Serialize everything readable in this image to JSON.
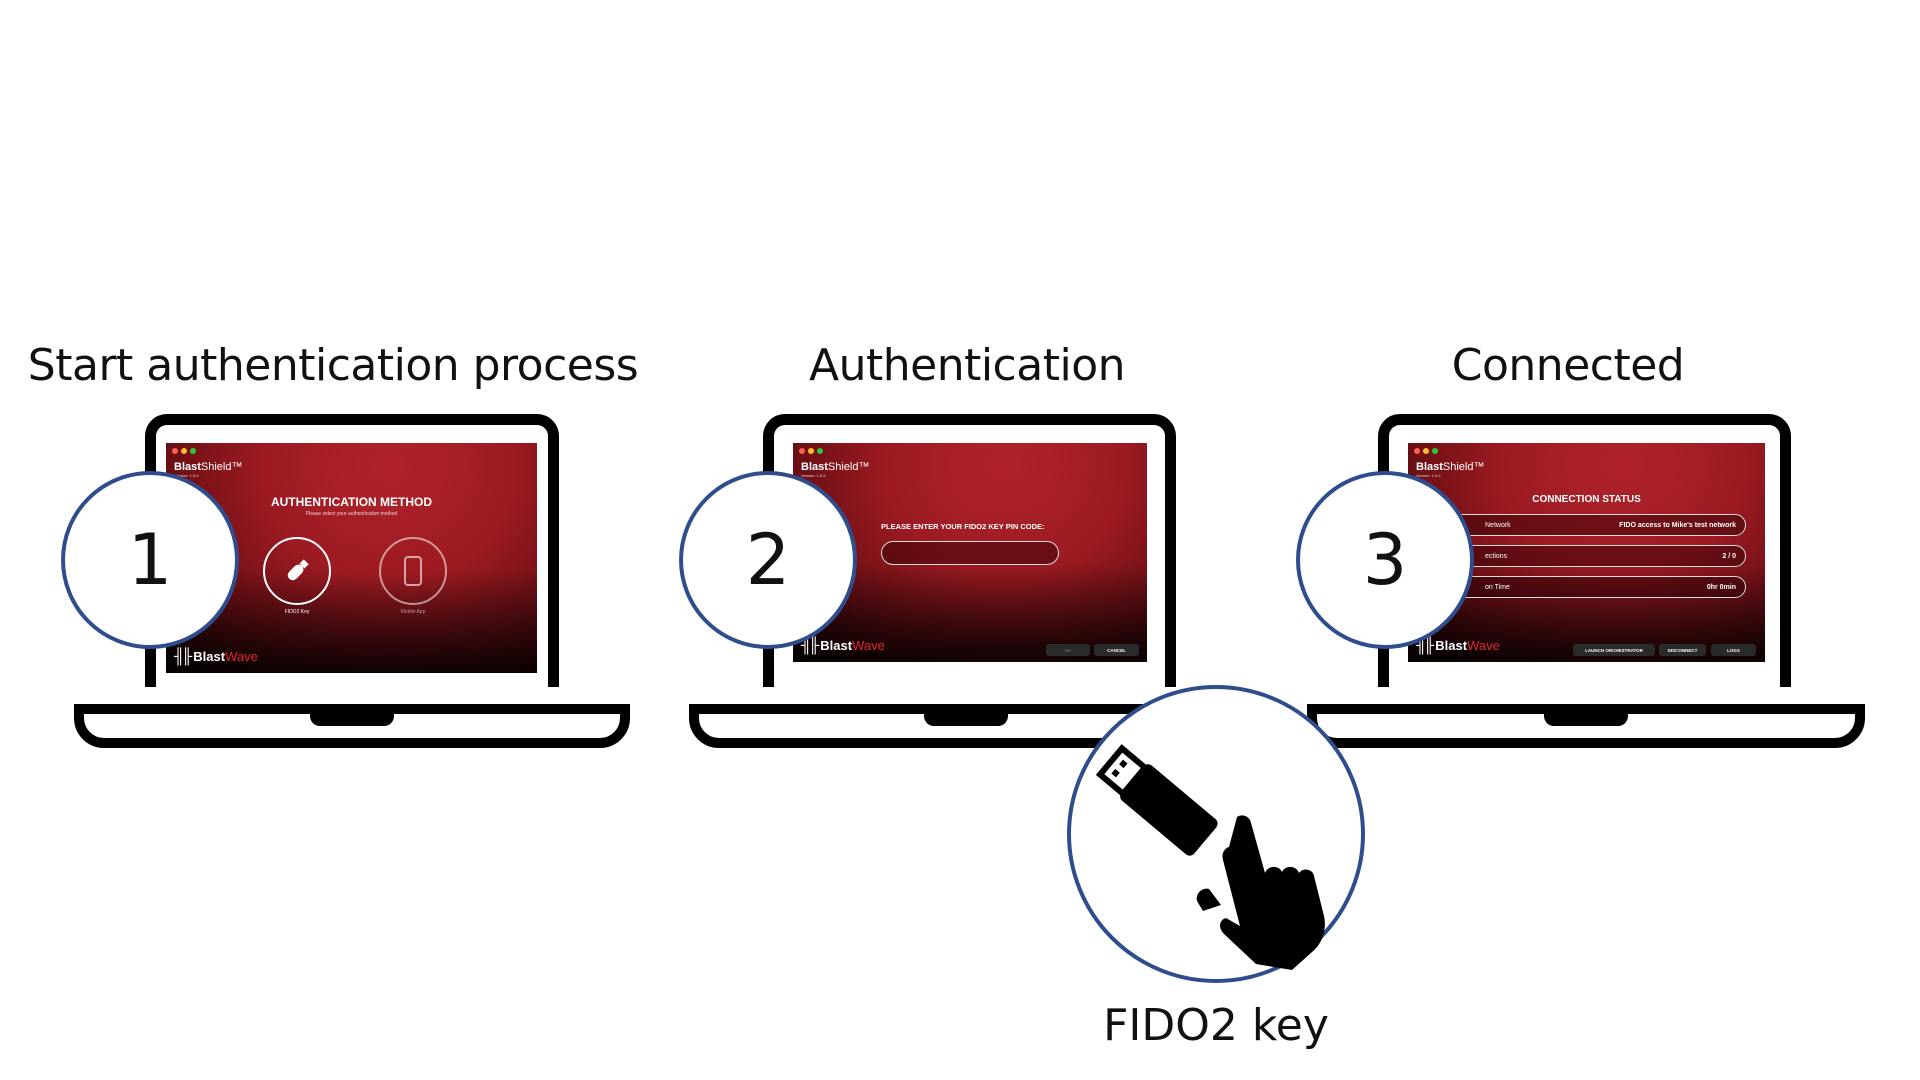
{
  "steps": [
    {
      "number": "1",
      "title": "Start authentication process"
    },
    {
      "number": "2",
      "title": "Authentication"
    },
    {
      "number": "3",
      "title": "Connected"
    }
  ],
  "app": {
    "name_bold": "Blast",
    "name_rest": "Shield™",
    "version": "Version: 1.5.9",
    "logo_bold": "Blast",
    "logo_rest": "Wave"
  },
  "screen1": {
    "heading": "AUTHENTICATION METHOD",
    "subheading": "Please select your authentication method",
    "options": [
      {
        "label": "FIDO2 Key",
        "icon": "usb-key-icon"
      },
      {
        "label": "Mobile App",
        "icon": "mobile-phone-icon"
      }
    ]
  },
  "screen2": {
    "prompt": "PLEASE ENTER YOUR FIDO2 KEY PIN CODE:",
    "pin_value": "",
    "ok": "OK",
    "cancel": "CANCEL"
  },
  "screen3": {
    "heading": "CONNECTION STATUS",
    "rows": [
      {
        "label": "Network",
        "value": "FIDO access to Mike's test network"
      },
      {
        "label": "ections",
        "value": "2 / 0"
      },
      {
        "label": "on Time",
        "value": "0hr 0min"
      }
    ],
    "buttons": [
      "LAUNCH ORCHESTRATOR",
      "DISCONNECT",
      "LOGS"
    ]
  },
  "fido": {
    "label": "FIDO2 key",
    "icon": "usb-key-touch-icon"
  },
  "colors": {
    "circle_border": "#2f4d8c",
    "screen_red": "#9c1a22",
    "accent_red": "#e0262e"
  }
}
